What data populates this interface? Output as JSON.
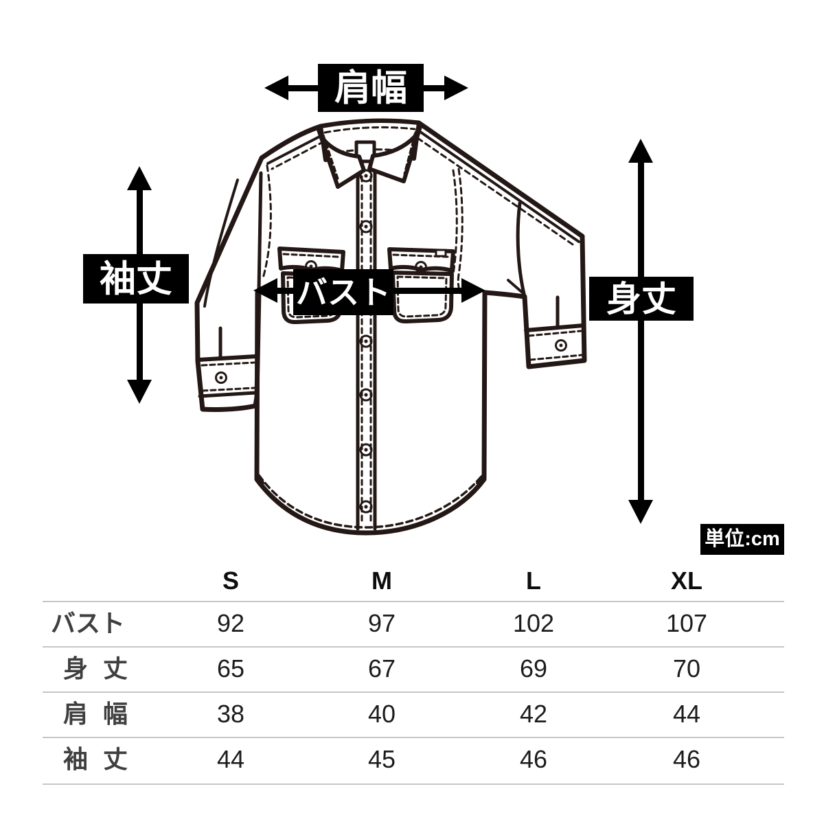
{
  "diagram": {
    "shoulder_label": "肩幅",
    "sleeve_label": "袖丈",
    "bust_label": "バスト",
    "length_label": "身丈",
    "unit_badge": "単位:cm"
  },
  "size_table": {
    "columns": [
      "S",
      "M",
      "L",
      "XL"
    ],
    "rows": [
      {
        "label": "バスト",
        "values": [
          "92",
          "97",
          "102",
          "107"
        ]
      },
      {
        "label": "身丈",
        "values": [
          "65",
          "67",
          "69",
          "70"
        ]
      },
      {
        "label": "肩幅",
        "values": [
          "38",
          "40",
          "42",
          "44"
        ]
      },
      {
        "label": "袖丈",
        "values": [
          "44",
          "45",
          "46",
          "46"
        ]
      }
    ]
  },
  "colors": {
    "ink": "#231815",
    "label_background": "#000000",
    "label_text": "#ffffff",
    "table_line": "#c6c6c6"
  }
}
